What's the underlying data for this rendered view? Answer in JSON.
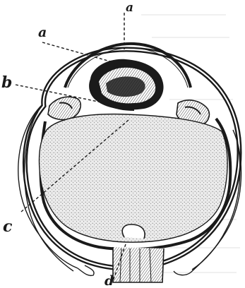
{
  "labels": {
    "a_top": "a",
    "a_left": "a",
    "b": "b",
    "c": "c",
    "d": "d"
  },
  "colors": {
    "ink": "#1a1a1a",
    "paper": "#ffffff",
    "vitreous": "#e6e6e6",
    "bleed_through": "#bdbdbd"
  }
}
